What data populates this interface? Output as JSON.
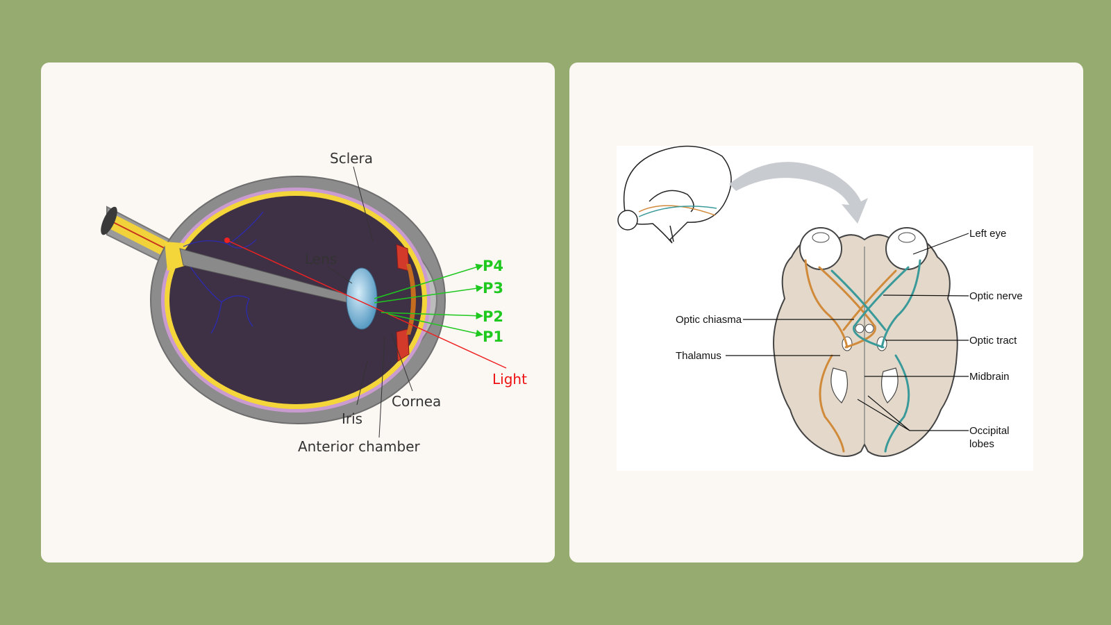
{
  "left_panel": {
    "labels": {
      "sclera": "Sclera",
      "lens": "Lens",
      "p4": "P4",
      "p3": "P3",
      "p2": "P2",
      "p1": "P1",
      "light": "Light",
      "cornea": "Cornea",
      "iris": "Iris",
      "anterior_chamber": "Anterior chamber"
    }
  },
  "right_panel": {
    "labels": {
      "left_eye": "Left eye",
      "optic_nerve": "Optic nerve",
      "optic_chiasma": "Optic chiasma",
      "optic_tract": "Optic tract",
      "thalamus": "Thalamus",
      "midbrain": "Midbrain",
      "occipital_lobes_1": "Occipital",
      "occipital_lobes_2": "lobes"
    }
  },
  "colors": {
    "background": "#96ab70",
    "card": "#fbf7f3",
    "light_ray": "#ee2222",
    "reflection": "#1ec81e",
    "pathway_orange": "#d08a3a",
    "pathway_teal": "#3a9a9a",
    "brain_fill": "#e3d8c9"
  }
}
